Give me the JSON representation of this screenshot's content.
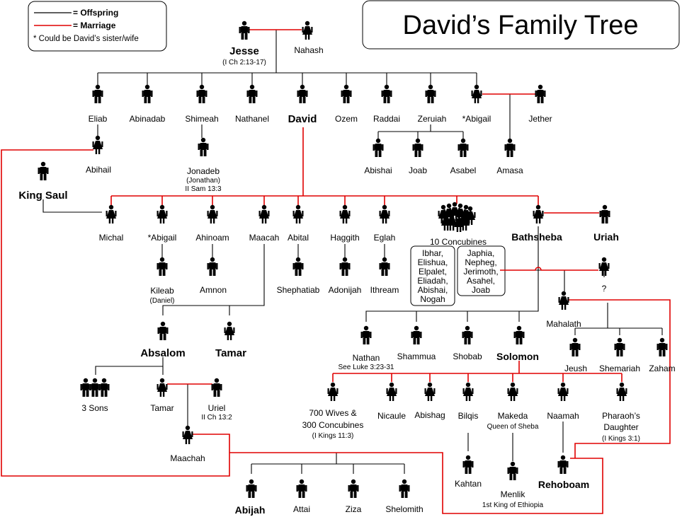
{
  "title": "David’s Family Tree",
  "legend": {
    "offspring": "= Offspring",
    "marriage": "= Marriage",
    "note": "* Could be David’s sister/wife"
  },
  "colors": {
    "offspring": "#000000",
    "marriage": "#e00000"
  },
  "people": {
    "jesse": "Jesse",
    "jesse_ref": "(I Ch 2:13-17)",
    "nahash": "Nahash",
    "eliab": "Eliab",
    "abinadab": "Abinadab",
    "shimeah": "Shimeah",
    "nathanel": "Nathanel",
    "david": "David",
    "ozem": "Ozem",
    "raddai": "Raddai",
    "zeruiah": "Zeruiah",
    "abigail_sister": "*Abigail",
    "jether": "Jether",
    "abihail": "Abihail",
    "jonadeb": "Jonadeb",
    "jonadeb_alt": "(Jonathan)",
    "jonadeb_ref": "II Sam 13:3",
    "abishai": "Abishai",
    "joab": "Joab",
    "asabel": "Asabel",
    "amasa": "Amasa",
    "king_saul": "King Saul",
    "michal": "Michal",
    "abigail_wife": "*Abigail",
    "ahinoam": "Ahinoam",
    "maacah": "Maacah",
    "abital": "Abital",
    "haggith": "Haggith",
    "eglah": "Eglah",
    "concubines": "10 Concubines",
    "bathsheba": "Bathsheba",
    "uriah": "Uriah",
    "kileab": "Kileab",
    "kileab_alt": "(Daniel)",
    "amnon": "Amnon",
    "shephatiab": "Shephatiab",
    "adonijah": "Adonijah",
    "ithream": "Ithream",
    "concubine_sons_1": [
      "Ibhar,",
      "Elishua,",
      "Elpalet,",
      "Eliadah,",
      "Abishai,",
      "Nogah"
    ],
    "concubine_sons_2": [
      "Japhia,",
      "Nepheg,",
      "Jerimoth,",
      "Asahel,",
      "Joab"
    ],
    "unknown": "?",
    "absalom": "Absalom",
    "tamar_sister": "Tamar",
    "nathan": "Nathan",
    "nathan_ref": "See Luke 3:23-31",
    "shammua": "Shammua",
    "shobab": "Shobab",
    "solomon": "Solomon",
    "mahalath": "Mahalath",
    "jeush": "Jeush",
    "shemariah": "Shemariah",
    "zaham": "Zaham",
    "three_sons": "3 Sons",
    "tamar_daughter": "Tamar",
    "uriel": "Uriel",
    "uriel_ref": "II Ch 13:2",
    "maachah": "Maachah",
    "wives": "700 Wives &",
    "wives_2": "300 Concubines",
    "wives_ref": "(I Kings 11:3)",
    "nicaule": "Nicaule",
    "abishag": "Abishag",
    "bilqis": "Bilqis",
    "makeda": "Makeda",
    "makeda_title": "Queen of Sheba",
    "naamah": "Naamah",
    "pharaoh": "Pharaoh’s",
    "pharaoh_2": "Daughter",
    "pharaoh_ref": "(I Kings 3:1)",
    "kahtan": "Kahtan",
    "menlik": "Menlik",
    "menlik_title": "1st King of Ethiopia",
    "rehoboam": "Rehoboam",
    "abijah": "Abijah",
    "attai": "Attai",
    "ziza": "Ziza",
    "shelomith": "Shelomith"
  }
}
